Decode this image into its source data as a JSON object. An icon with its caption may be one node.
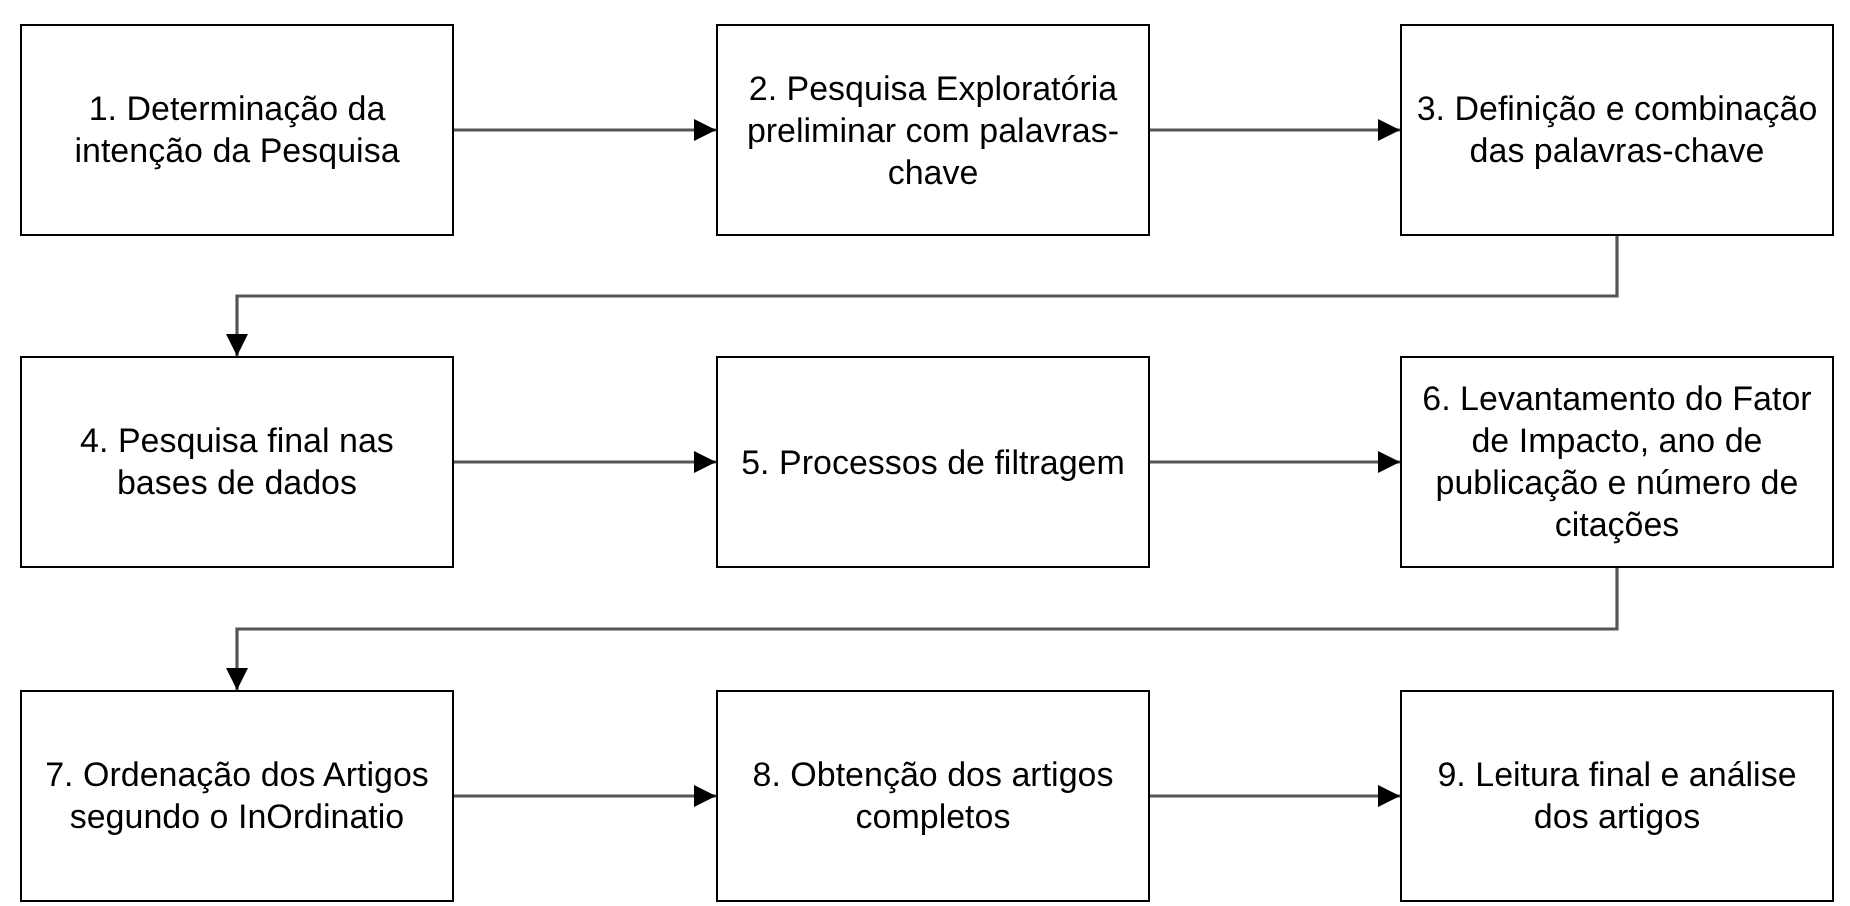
{
  "diagram": {
    "nodes": [
      {
        "text": [
          "1. Determinação da intenção da Pesquisa"
        ]
      },
      {
        "text": [
          "2. Pesquisa Exploratória preliminar com palavras-chave"
        ]
      },
      {
        "text": [
          "3. Definição e combinação das palavras-chave"
        ]
      },
      {
        "text": [
          "4. Pesquisa final nas bases de dados"
        ]
      },
      {
        "text": [
          "5. Processos de filtragem"
        ]
      },
      {
        "text": [
          "6. Levantamento do Fator de Impacto, ano de publicação e número de citações"
        ]
      },
      {
        "text": [
          "7. Ordenação dos Artigos segundo o InOrdinatio"
        ]
      },
      {
        "text": [
          "8. Obtenção dos artigos completos"
        ]
      },
      {
        "text": [
          "9. Leitura final e análise dos artigos"
        ]
      }
    ],
    "edges": [
      {
        "from": 0,
        "to": 1,
        "arrow": "to"
      },
      {
        "from": 1,
        "to": 2,
        "arrow": "to"
      },
      {
        "from": 2,
        "to": 3,
        "arrow": "to"
      },
      {
        "from": 3,
        "to": 4,
        "arrow": "to"
      },
      {
        "from": 4,
        "to": 5,
        "arrow": "to"
      },
      {
        "from": 5,
        "to": 6,
        "arrow": "to"
      },
      {
        "from": 6,
        "to": 7,
        "arrow": "to"
      },
      {
        "from": 7,
        "to": 8,
        "arrow": "to"
      }
    ]
  }
}
